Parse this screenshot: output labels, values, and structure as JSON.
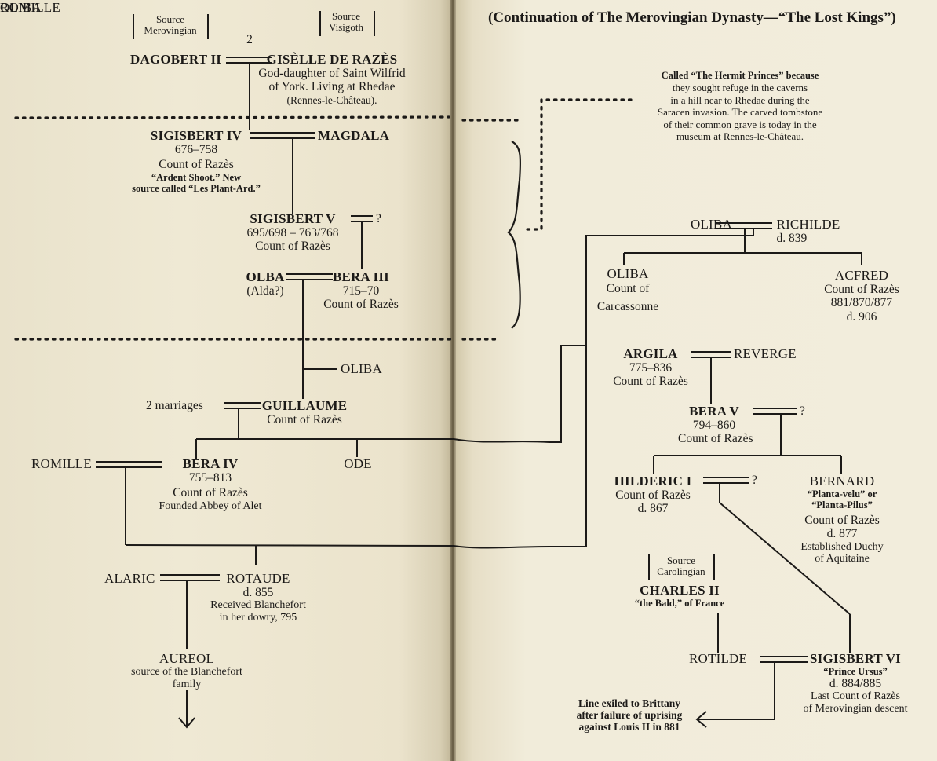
{
  "page_title": "(Continuation of The Merovingian Dynasty—“The Lost Kings”)",
  "sources": {
    "merovingian": [
      "Source",
      "Merovingian"
    ],
    "visigoth": [
      "Source",
      "Visigoth"
    ],
    "carolingian": [
      "Source",
      "Carolingian"
    ],
    "marriage_count": "2"
  },
  "persons": {
    "dagobert_ii": {
      "name": "DAGOBERT II"
    },
    "giselle": {
      "name": "GISÈLLE DE RAZÈS",
      "lines": [
        "God-daughter of Saint Wilfrid",
        "of York. Living at Rhedae",
        "(Rennes-le-Château)."
      ]
    },
    "sigisbert_iv": {
      "name": "SIGISBERT IV",
      "dates": "676–758",
      "title": "Count of Razès",
      "notes": [
        "“Ardent Shoot.” New",
        "source called “Les Plant-Ard.”"
      ]
    },
    "magdala": {
      "name": "MAGDALA"
    },
    "sigisbert_v": {
      "name": "SIGISBERT V",
      "dates": "695/698 – 763/768",
      "title": "Count of Razès",
      "spouse": "?"
    },
    "olba": {
      "name": "OLBA",
      "alias": "(Alda?)"
    },
    "bera_iii": {
      "name": "BERA III",
      "dates": "715–70",
      "title": "Count of Razès"
    },
    "oliba_left": {
      "name": "OLIBA"
    },
    "guillaume": {
      "name": "GUILLAUME",
      "title": "Count of Razès",
      "spouse_label": "2 marriages"
    },
    "romille": {
      "name": "ROMILLE"
    },
    "bera_iv": {
      "name": "BERA IV",
      "dates": "755–813",
      "title": "Count of Razès",
      "note": "Founded Abbey of Alet"
    },
    "ode": {
      "name": "ODE"
    },
    "alaric": {
      "name": "ALARIC"
    },
    "rotaude": {
      "name": "ROTAUDE",
      "dates": "d. 855",
      "lines": [
        "Received Blanchefort",
        "in her dowry, 795"
      ]
    },
    "aureol": {
      "name": "AUREOL",
      "lines": [
        "source of the Blanchefort",
        "family"
      ]
    },
    "oliba_r": {
      "name": "OLIBA"
    },
    "richilde": {
      "name": "RICHILDE",
      "dates": "d. 839"
    },
    "oliba_carc": {
      "name": "OLIBA",
      "lines": [
        "Count of",
        "Carcassonne"
      ]
    },
    "acfred": {
      "name": "ACFRED",
      "title": "Count of Razès",
      "dates": "881/870/877",
      "death": "d. 906"
    },
    "argila": {
      "name": "ARGILA",
      "dates": "775–836",
      "title": "Count of Razès"
    },
    "reverge": {
      "name": "REVERGE"
    },
    "bera_v": {
      "name": "BERA V",
      "dates": "794–860",
      "title": "Count of Razès",
      "spouse": "?"
    },
    "hilderic_i": {
      "name": "HILDERIC I",
      "title": "Count of Razès",
      "dates": "d. 867",
      "spouse": "?"
    },
    "bernard": {
      "name": "BERNARD",
      "notes": [
        "“Planta-velu” or",
        "“Planta-Pilus”"
      ],
      "title": "Count of Razès",
      "dates": "d. 877",
      "lines": [
        "Established Duchy",
        "of Aquitaine"
      ]
    },
    "charles_ii": {
      "name": "CHARLES II",
      "note": "“the Bald,” of France"
    },
    "rotilde": {
      "name": "ROTILDE"
    },
    "sigisbert_vi": {
      "name": "SIGISBERT VI",
      "note": "“Prince Ursus”",
      "dates": "d. 884/885",
      "lines": [
        "Last Count of Razès",
        "of Merovingian descent"
      ]
    }
  },
  "notes": {
    "hermit_princes": {
      "lead": "Called “The Hermit Princes” because",
      "lines": [
        "they sought refuge in the caverns",
        "in a hill near to Rhedae during the",
        "Saracen invasion. The carved tombstone",
        "of their common grave is today in the",
        "museum at Rennes-le-Château."
      ]
    },
    "brittany": [
      "Line exiled to Brittany",
      "after failure of uprising",
      "against Louis II in 881"
    ]
  },
  "colors": {
    "ink": "#1c1a18",
    "paper": "#efe8d2"
  }
}
